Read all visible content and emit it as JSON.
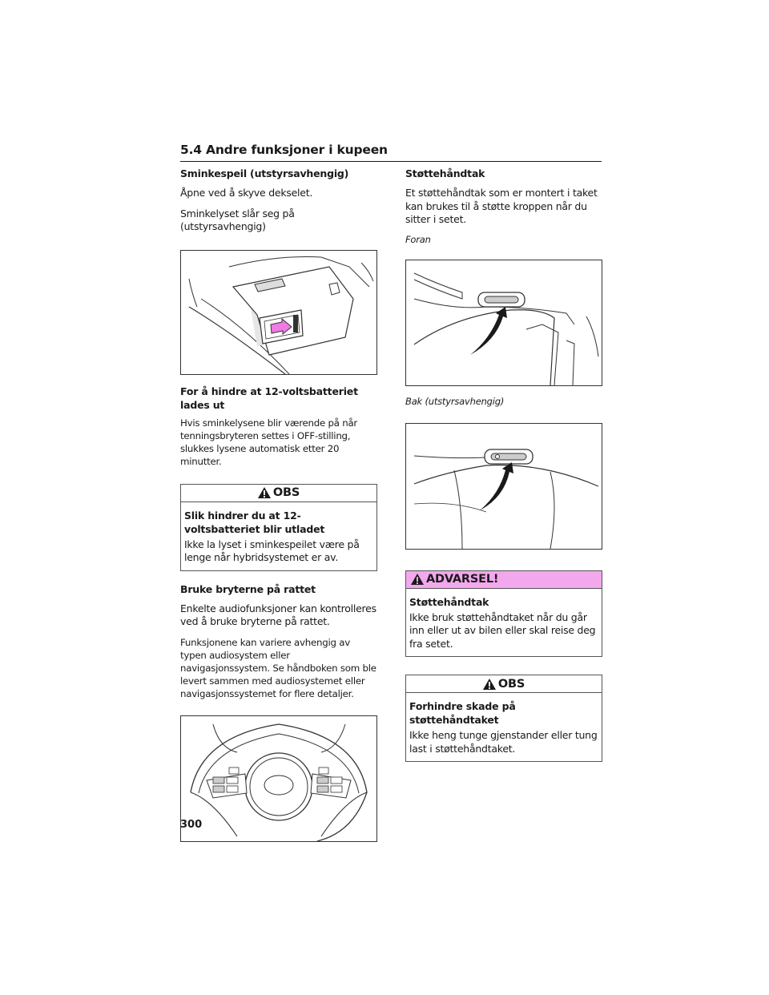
{
  "section": {
    "title": "5.4 Andre funksjoner i kupeen"
  },
  "left": {
    "vanity_heading": "Sminkespeil (utstyrsavhengig)",
    "vanity_p1": "Åpne ved å skyve dekselet.",
    "vanity_p2": "Sminkelyset slår seg på (utstyrsavhengig)",
    "battery_heading": "For å hindre at 12-voltsbatteriet lades ut",
    "battery_text": "Hvis sminkelysene blir værende på når tenningsbryteren settes i OFF-stilling, slukkes lysene automatisk etter 20 minutter.",
    "obs_box": {
      "label": "OBS",
      "heading": "Slik hindrer du at 12-voltsbatteriet blir utladet",
      "text": "Ikke la lyset i sminkespeilet være på lenge når hybridsystemet er av."
    },
    "steering_heading": "Bruke bryterne på rattet",
    "steering_p1": "Enkelte audiofunksjoner kan kontrolleres ved å bruke bryterne på rattet.",
    "steering_p2": "Funksjonene kan variere avhengig av typen audiosystem eller navigasjonssystem. Se håndboken som ble levert sammen med audiosystemet eller navigasjonssystemet for flere detaljer."
  },
  "right": {
    "grip_heading": "Støttehåndtak",
    "grip_text": "Et støttehåndtak som er montert i taket kan brukes til å støtte kroppen når du sitter i setet.",
    "caption_front": "Foran",
    "caption_rear": "Bak (utstyrsavhengig)",
    "warning_box": {
      "label": "ADVARSEL!",
      "heading": "Støttehåndtak",
      "text": "Ikke bruk støttehåndtaket når du går inn eller ut av bilen eller skal reise deg fra setet."
    },
    "obs_box": {
      "label": "OBS",
      "heading": "Forhindre skade på støttehåndtaket",
      "text": "Ikke heng tunge gjenstander eller tung last i støttehåndtaket."
    }
  },
  "page_number": "300",
  "colors": {
    "warning_header": "#f3a8ee",
    "arrow_highlight": "#f07ae6"
  }
}
